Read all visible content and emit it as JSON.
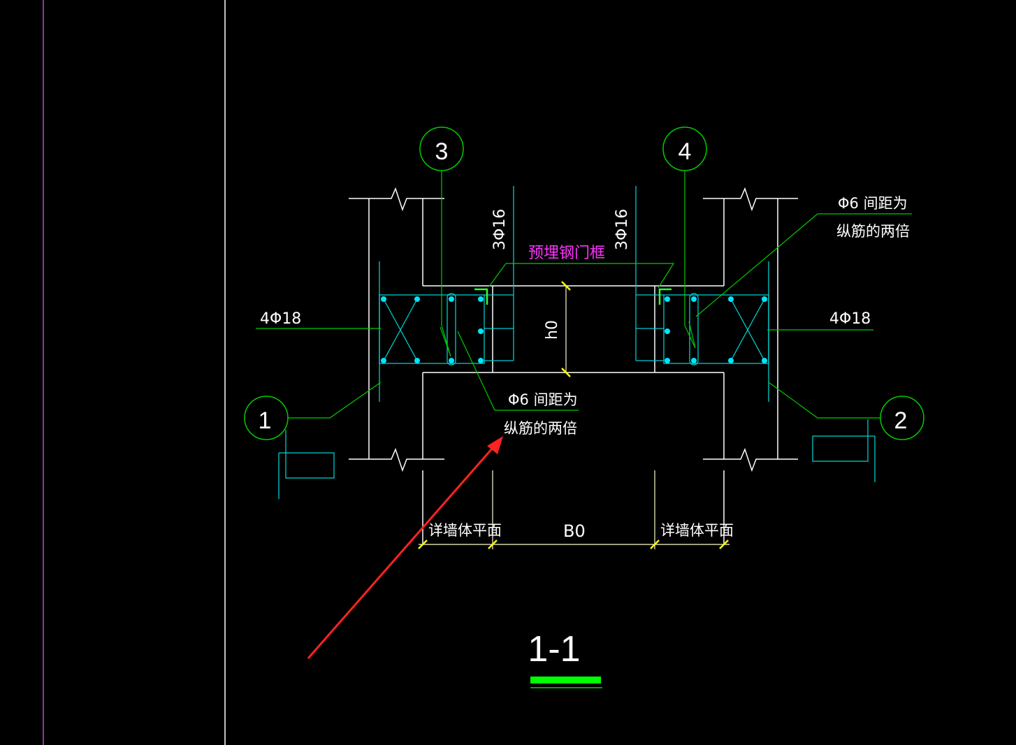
{
  "drawing": {
    "section_title": "1-1",
    "callouts": [
      {
        "id": "3",
        "label": "3"
      },
      {
        "id": "4",
        "label": "4"
      },
      {
        "id": "1",
        "label": "1"
      },
      {
        "id": "2",
        "label": "2"
      }
    ],
    "labels": {
      "left_top_rebar": "3Φ16",
      "right_top_rebar": "3Φ16",
      "embedded_frame": "预埋钢门框",
      "left_long_rebar": "4Φ18",
      "right_long_rebar": "4Φ18",
      "stirrup_right_line1": "Φ6 间距为",
      "stirrup_right_line2": "纵筋的两倍",
      "stirrup_center_line1": "Φ6 间距为",
      "stirrup_center_line2": "纵筋的两倍",
      "height_dim": "h0",
      "width_dim": "B0",
      "wall_ref_left": "详墙体平面",
      "wall_ref_right": "详墙体平面"
    },
    "colors": {
      "background": "#000000",
      "wall": "#ffffff",
      "rebar_frame": "#00cccc",
      "rebar_dot": "#00e5ff",
      "leader": "#00cc00",
      "callout_circle": "#00cc00",
      "text": "#ffffff",
      "highlight_text": "#ff33ff",
      "dimension_tick": "#ffff00",
      "dimension_line": "#ffffcc",
      "title_bar": "#00ff00",
      "arrow": "#ff2222",
      "left_border": "#cc44cc"
    }
  }
}
